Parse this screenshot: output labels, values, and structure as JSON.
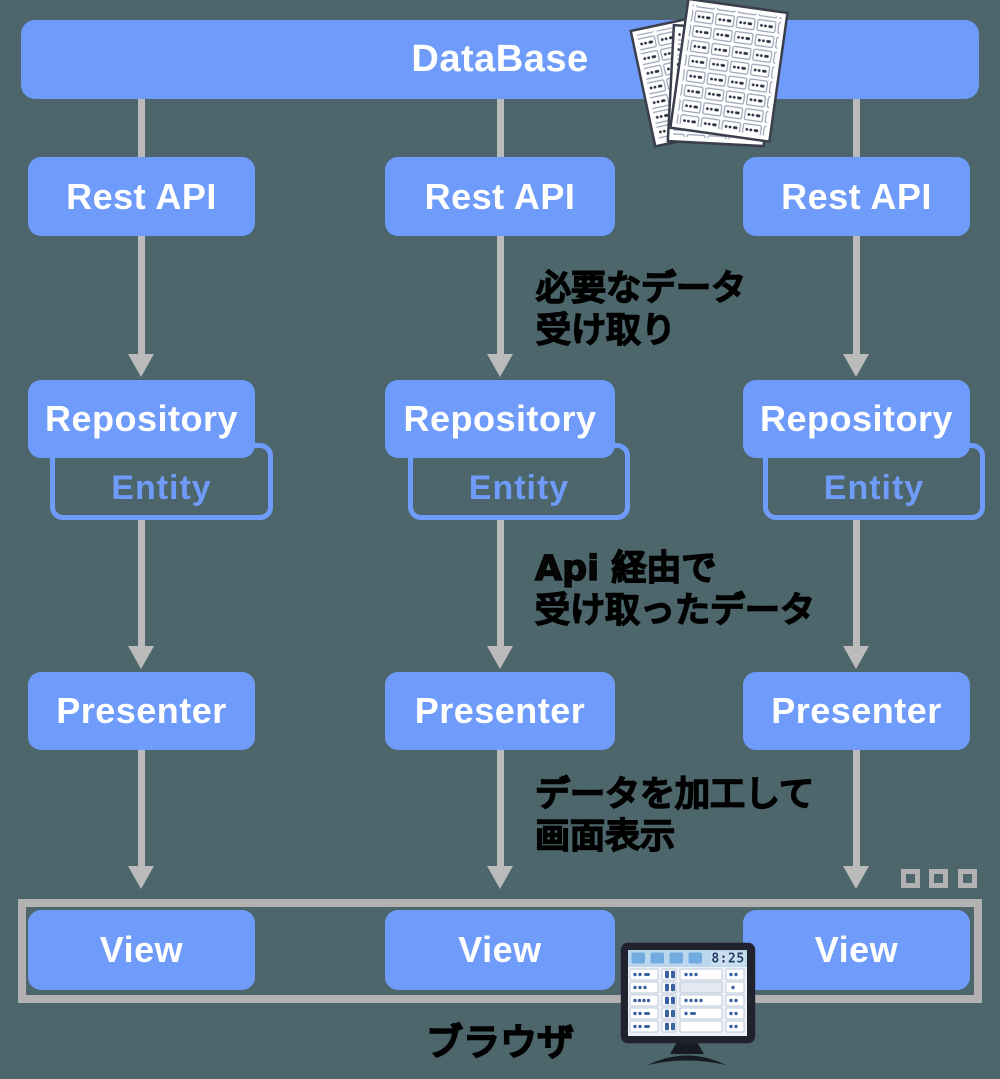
{
  "colors": {
    "background": "#4C666B",
    "node_blue": "#6F9BFA",
    "arrow_gray": "#BBBBBB",
    "frame_gray": "#B2B2B2",
    "annotation_black": "#060606"
  },
  "diagram": {
    "database_label": "DataBase",
    "columns": [
      {
        "rest_api": "Rest API",
        "repository": "Repository",
        "entity": "Entity",
        "presenter": "Presenter",
        "view": "View"
      },
      {
        "rest_api": "Rest API",
        "repository": "Repository",
        "entity": "Entity",
        "presenter": "Presenter",
        "view": "View"
      },
      {
        "rest_api": "Rest API",
        "repository": "Repository",
        "entity": "Entity",
        "presenter": "Presenter",
        "view": "View"
      }
    ],
    "annotations": [
      {
        "line1": "必要なデータ",
        "line2": "受け取り"
      },
      {
        "line1": "Api 経由で",
        "line2": "受け取ったデータ"
      },
      {
        "line1": "データを加工して",
        "line2": "画面表示"
      }
    ],
    "browser_label": "ブラウザ",
    "monitor_clock": "8:25"
  }
}
